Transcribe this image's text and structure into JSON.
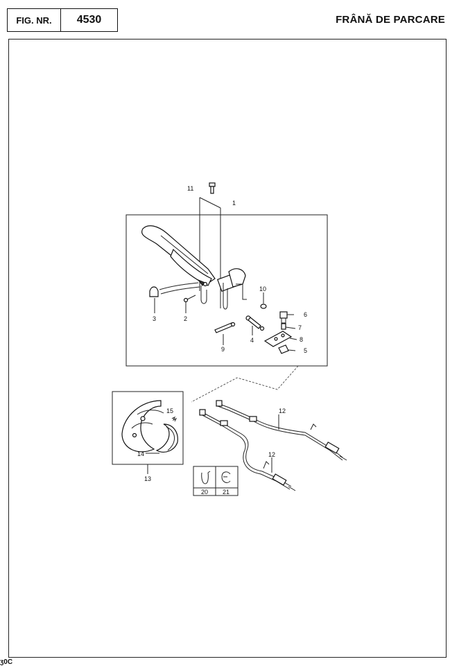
{
  "header": {
    "fig_label": "FIG. NR.",
    "fig_number": "4530",
    "title": "FRÂNĂ DE PARCARE"
  },
  "callouts": {
    "c1": "1",
    "c2": "2",
    "c3": "3",
    "c4": "4",
    "c5": "5",
    "c6": "6",
    "c7": "7",
    "c8": "8",
    "c9": "9",
    "c10": "10",
    "c11": "11",
    "c12a": "12",
    "c12b": "12",
    "c13": "13",
    "c14": "14",
    "c15": "15"
  },
  "legend": {
    "items": [
      {
        "number": "20",
        "icon": "u-clip-icon"
      },
      {
        "number": "21",
        "icon": "e-clip-icon"
      }
    ]
  },
  "footer": {
    "corner": "ʒ0C"
  }
}
